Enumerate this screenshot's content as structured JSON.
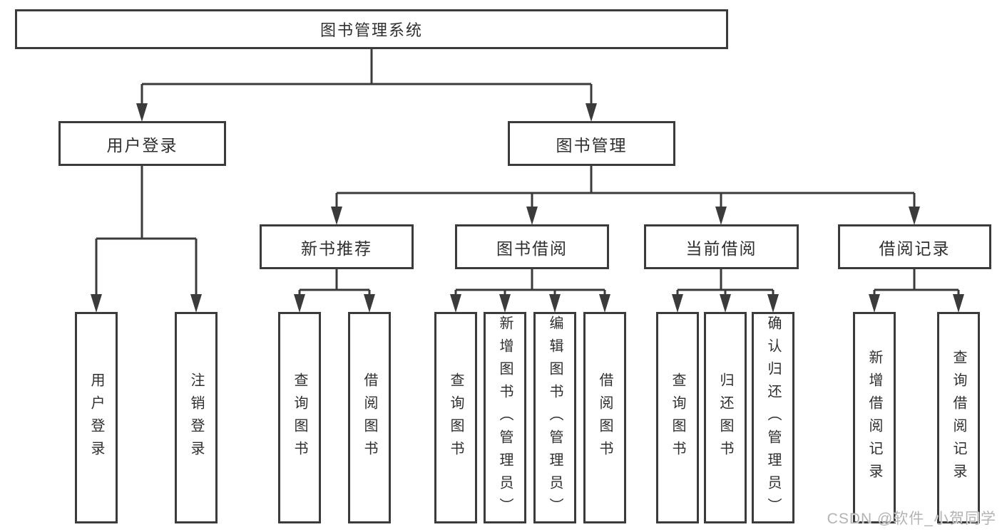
{
  "nodes": {
    "root": {
      "label": "图书管理系统"
    },
    "level2": [
      {
        "label": "用户登录"
      },
      {
        "label": "图书管理"
      }
    ],
    "level3": [
      {
        "label": "新书推荐"
      },
      {
        "label": "图书借阅"
      },
      {
        "label": "当前借阅"
      },
      {
        "label": "借阅记录"
      }
    ],
    "leaves": [
      {
        "label": "用户登录"
      },
      {
        "label": "注销登录"
      },
      {
        "label": "查询图书"
      },
      {
        "label": "借阅图书"
      },
      {
        "label": "查询图书"
      },
      {
        "label": "新增图书（管理员）"
      },
      {
        "label": "编辑图书（管理员）"
      },
      {
        "label": "借阅图书"
      },
      {
        "label": "查询图书"
      },
      {
        "label": "归还图书"
      },
      {
        "label": "确认归还（管理员）"
      },
      {
        "label": "新增借阅记录"
      },
      {
        "label": "查询借阅记录"
      }
    ]
  },
  "watermark": "CSDN @软件_小贺同学",
  "colors": {
    "line": "#3b3b3b",
    "text": "#2f2f2f",
    "watermark": "#b3b3b3",
    "background": "#ffffff"
  }
}
